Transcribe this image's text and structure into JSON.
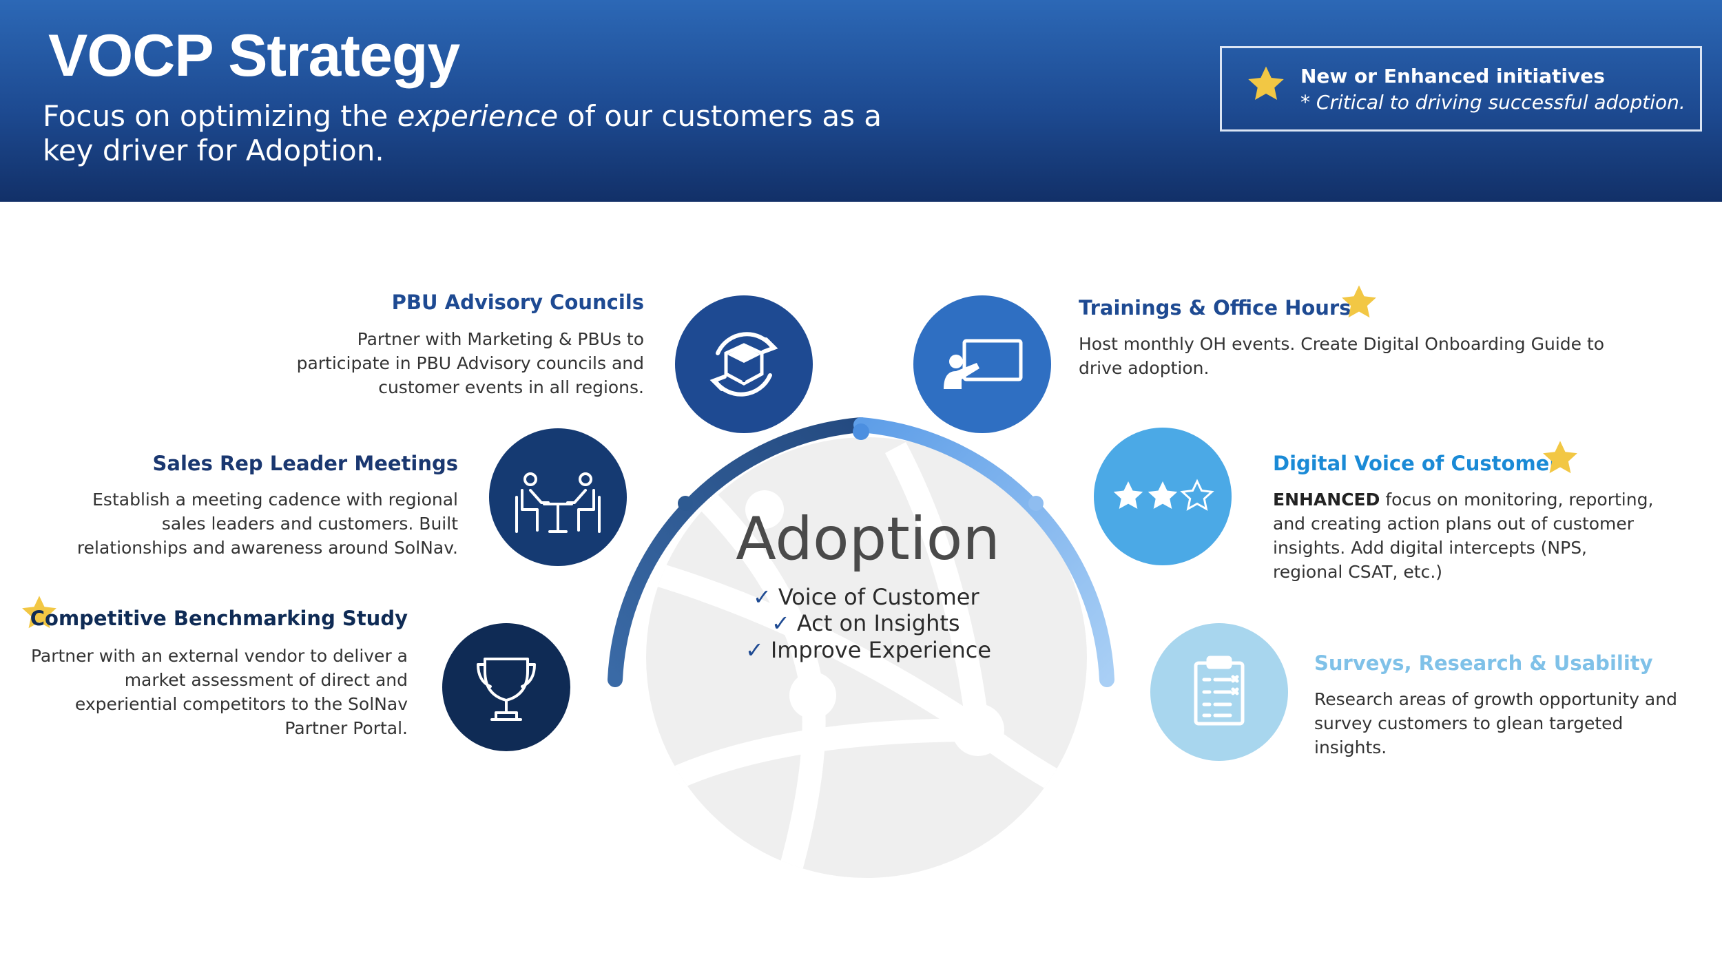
{
  "header": {
    "title": "VOCP Strategy",
    "subtitle_pre": "Focus on optimizing the ",
    "subtitle_em": "experience",
    "subtitle_post": " of our customers as a key driver for Adoption."
  },
  "legend": {
    "line1": "New or Enhanced initiatives",
    "line2": "* Critical to driving successful adoption."
  },
  "center": {
    "title": "Adoption",
    "checks": [
      "Voice of Customer",
      "Act on Insights",
      "Improve Experience"
    ],
    "tick": "✓"
  },
  "items": {
    "pbu": {
      "title": "PBU Advisory Councils",
      "desc": "Partner with Marketing & PBUs to participate in PBU Advisory councils and customer events in all regions.",
      "icon": "box-refresh-icon",
      "starred": false
    },
    "sales": {
      "title": "Sales Rep Leader Meetings",
      "desc": "Establish a meeting cadence with regional sales leaders and customers. Built relationships and awareness around SolNav.",
      "icon": "meeting-icon",
      "starred": false
    },
    "bench": {
      "title": "Competitive Benchmarking Study",
      "desc": "Partner with an external vendor to deliver a market assessment of direct and experiential competitors to the SolNav Partner Portal.",
      "icon": "trophy-icon",
      "starred": true
    },
    "train": {
      "title": "Trainings & Office Hours",
      "desc": "Host monthly OH events. Create Digital Onboarding Guide to drive adoption.",
      "icon": "presentation-icon",
      "starred": true
    },
    "dvoc": {
      "title": "Digital Voice of Customer",
      "desc_bold": "ENHANCED",
      "desc": " focus on monitoring, reporting, and creating action plans out of customer insights. Add digital intercepts (NPS, regional CSAT, etc.)",
      "icon": "star-rating-icon",
      "starred": true
    },
    "surveys": {
      "title": "Surveys, Research & Usability",
      "desc": "Research areas of growth opportunity and survey customers to glean targeted insights.",
      "icon": "clipboard-icon",
      "starred": false
    }
  },
  "colors": {
    "header_top": "#2c68b6",
    "header_bottom": "#123068",
    "star": "#f2c744",
    "navy": "#1b3f7a",
    "title_dark": "#1a3770",
    "title_mid": "#1e4a92",
    "title_light": "#1a8ad6",
    "title_pale": "#7fc1e8"
  }
}
